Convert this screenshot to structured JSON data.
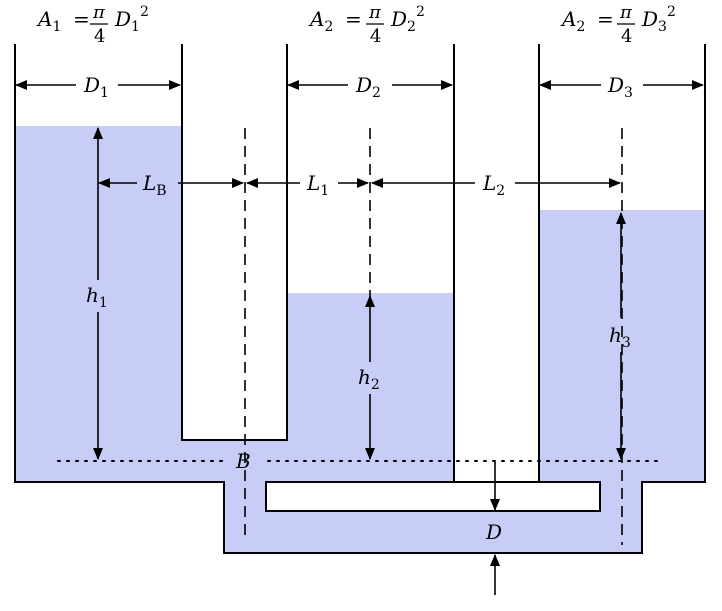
{
  "colors": {
    "fluid": "#c7cdf6",
    "line": "#000000",
    "background": "#ffffff"
  },
  "formulas": [
    {
      "A": "A",
      "A_sub": "1",
      "eq": "=",
      "pi": "π",
      "four": "4",
      "D": "D",
      "D_sub": "1",
      "exp": "2"
    },
    {
      "A": "A",
      "A_sub": "2",
      "eq": "=",
      "pi": "π",
      "four": "4",
      "D": "D",
      "D_sub": "2",
      "exp": "2"
    },
    {
      "A": "A",
      "A_sub": "2",
      "eq": "=",
      "pi": "π",
      "four": "4",
      "D": "D",
      "D_sub": "3",
      "exp": "2"
    }
  ],
  "labels": {
    "D1": {
      "main": "D",
      "sub": "1"
    },
    "D2": {
      "main": "D",
      "sub": "2"
    },
    "D3": {
      "main": "D",
      "sub": "3"
    },
    "LB": {
      "main": "L",
      "sub": "B"
    },
    "L1": {
      "main": "L",
      "sub": "1"
    },
    "L2": {
      "main": "L",
      "sub": "2"
    },
    "h1": {
      "main": "h",
      "sub": "1"
    },
    "h2": {
      "main": "h",
      "sub": "2"
    },
    "h3": {
      "main": "h",
      "sub": "3"
    },
    "B": "B",
    "D": "D"
  }
}
